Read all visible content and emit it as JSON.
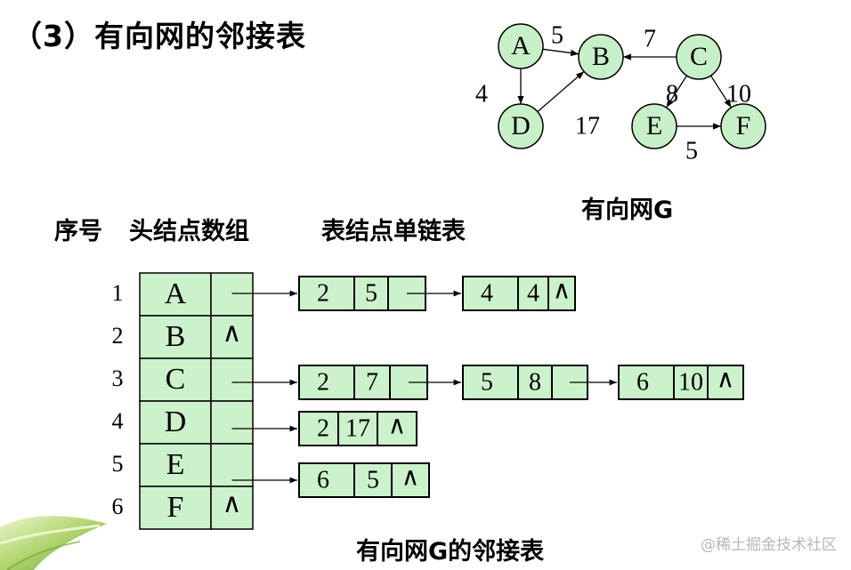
{
  "title": "（3）有向网的邻接表",
  "graph": {
    "caption": "有向网G",
    "nodes": [
      "A",
      "B",
      "C",
      "D",
      "E",
      "F"
    ],
    "edges": [
      {
        "from": "A",
        "to": "B",
        "weight": "5"
      },
      {
        "from": "A",
        "to": "D",
        "weight": "4"
      },
      {
        "from": "C",
        "to": "B",
        "weight": "7"
      },
      {
        "from": "C",
        "to": "E",
        "weight": "8"
      },
      {
        "from": "C",
        "to": "F",
        "weight": "10"
      },
      {
        "from": "D",
        "to": "B",
        "weight": "17"
      },
      {
        "from": "E",
        "to": "F",
        "weight": "5"
      }
    ]
  },
  "labels": {
    "serial": "序号",
    "head_array": "头结点数组",
    "edge_list": "表结点单链表",
    "bottom_caption": "有向网G的邻接表",
    "null_symbol": "∧"
  },
  "head_array": [
    {
      "index": "1",
      "vertex": "A"
    },
    {
      "index": "2",
      "vertex": "B"
    },
    {
      "index": "3",
      "vertex": "C"
    },
    {
      "index": "4",
      "vertex": "D"
    },
    {
      "index": "5",
      "vertex": "E"
    },
    {
      "index": "6",
      "vertex": "F"
    }
  ],
  "adjacency_lists": [
    [
      {
        "adjvex": "2",
        "weight": "5"
      },
      {
        "adjvex": "4",
        "weight": "4"
      }
    ],
    [],
    [
      {
        "adjvex": "2",
        "weight": "7"
      },
      {
        "adjvex": "5",
        "weight": "8"
      },
      {
        "adjvex": "6",
        "weight": "10"
      }
    ],
    [
      {
        "adjvex": "2",
        "weight": "17"
      }
    ],
    [
      {
        "adjvex": "6",
        "weight": "5"
      }
    ],
    []
  ],
  "watermark": "@稀土掘金技术社区",
  "colors": {
    "node_fill": "#c8f0c8",
    "cell_fill": "#ccf2cc",
    "border": "#000000"
  }
}
